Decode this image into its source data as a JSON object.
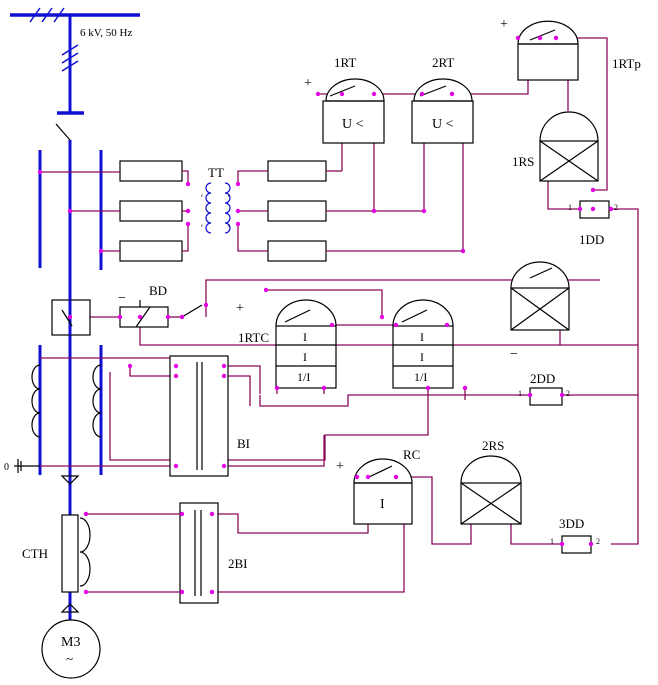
{
  "source": {
    "label": "6 kV, 50 Hz"
  },
  "transformer": {
    "label": "TT",
    "taps": [
      "ϵ",
      "ϵ",
      "ϵ",
      "ϵ",
      "ϵ",
      "ϵ"
    ]
  },
  "relays": {
    "rt1": {
      "label": "1RT",
      "body": "U <",
      "polarity": "+"
    },
    "rt2": {
      "label": "2RT",
      "body": "U <"
    },
    "rtp": {
      "label": "1RTp",
      "polarity": "+"
    },
    "rs1": {
      "label": "1RS"
    },
    "rtc1": {
      "label": "1RTC",
      "rows": [
        "I",
        "I",
        "1/I"
      ],
      "polarity": "+"
    },
    "rtc2": {
      "rows": [
        "I",
        "I",
        "1/I"
      ]
    },
    "rc": {
      "label": "RC",
      "body": "I",
      "polarity": "+"
    },
    "rs2": {
      "label": "2RS"
    },
    "aux_relay": {
      "polarity": "−"
    }
  },
  "diodes": [
    {
      "label": "1DD",
      "left": "1",
      "right": "2"
    },
    {
      "label": "2DD",
      "left": "1",
      "right": "2"
    },
    {
      "label": "3DD",
      "left": "1",
      "right": "2"
    }
  ],
  "switches": {
    "bd": {
      "label": "BD",
      "polarity": "−"
    }
  },
  "intermediate": {
    "bi1": "BI",
    "bi2": "2BI"
  },
  "ground": {
    "label": "0"
  },
  "ct": {
    "label": "CTH"
  },
  "motor": {
    "label": "M3",
    "symbol": "~"
  },
  "colors": {
    "busbar": "#1010d0",
    "wire": "#8a0a5a",
    "junction": "#e000e0",
    "device": "#000000"
  }
}
